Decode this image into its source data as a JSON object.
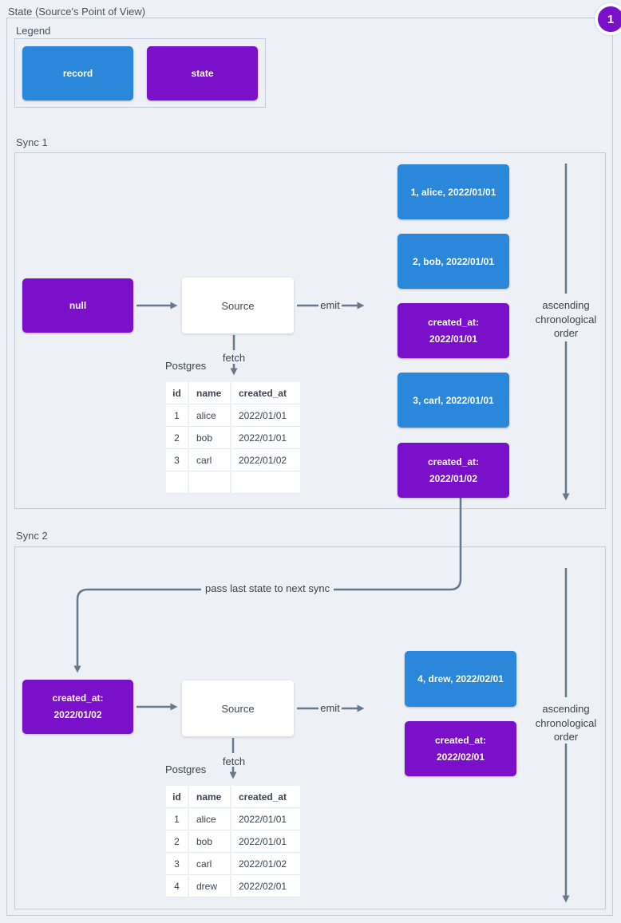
{
  "colors": {
    "record": "#2b87d9",
    "state": "#7a10c9",
    "line": "#66798c"
  },
  "title": "State (Source's Point of View)",
  "annotation_badge": "1",
  "legend": {
    "label": "Legend",
    "record_label": "record",
    "state_label": "state"
  },
  "pass_note": "pass last state to next sync",
  "sync1": {
    "label": "Sync 1",
    "input_state": "null",
    "source": "Source",
    "emit": "emit",
    "fetch": "fetch",
    "db": "Postgres",
    "order_note": "ascending chronological order",
    "table": {
      "headers": [
        "id",
        "name",
        "created_at"
      ],
      "rows": [
        [
          "1",
          "alice",
          "2022/01/01"
        ],
        [
          "2",
          "bob",
          "2022/01/01"
        ],
        [
          "3",
          "carl",
          "2022/01/02"
        ],
        [
          "",
          "",
          ""
        ]
      ]
    },
    "emitted": [
      {
        "kind": "record",
        "label": "1, alice, 2022/01/01"
      },
      {
        "kind": "record",
        "label": "2, bob, 2022/01/01"
      },
      {
        "kind": "state",
        "label": "created_at: 2022/01/01"
      },
      {
        "kind": "record",
        "label": "3, carl, 2022/01/01"
      },
      {
        "kind": "state",
        "label": "created_at: 2022/01/02"
      }
    ]
  },
  "sync2": {
    "label": "Sync 2",
    "input_state": "created_at: 2022/01/02",
    "source": "Source",
    "emit": "emit",
    "fetch": "fetch",
    "db": "Postgres",
    "order_note": "ascending chronological order",
    "table": {
      "headers": [
        "id",
        "name",
        "created_at"
      ],
      "rows": [
        [
          "1",
          "alice",
          "2022/01/01"
        ],
        [
          "2",
          "bob",
          "2022/01/01"
        ],
        [
          "3",
          "carl",
          "2022/01/02"
        ],
        [
          "4",
          "drew",
          "2022/02/01"
        ]
      ]
    },
    "emitted": [
      {
        "kind": "record",
        "label": "4, drew, 2022/02/01"
      },
      {
        "kind": "state",
        "label": "created_at: 2022/02/01"
      }
    ]
  }
}
